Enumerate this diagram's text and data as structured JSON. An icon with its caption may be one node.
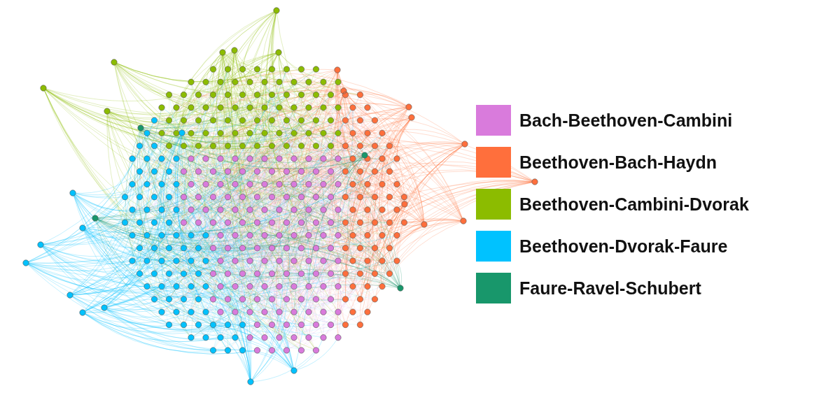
{
  "diagram": {
    "legend": [
      {
        "text": "Bach-Beethoven-Cambini",
        "color": "#d97bdc"
      },
      {
        "text": "Beethoven-Bach-Haydn",
        "color": "#ff6f3c"
      },
      {
        "text": "Beethoven-Cambini-Dvorak",
        "color": "#8cbc00"
      },
      {
        "text": "Beethoven-Dvorak-Faure",
        "color": "#00c2ff"
      },
      {
        "text": "Faure-Ravel-Schubert",
        "color": "#18976b"
      }
    ]
  }
}
